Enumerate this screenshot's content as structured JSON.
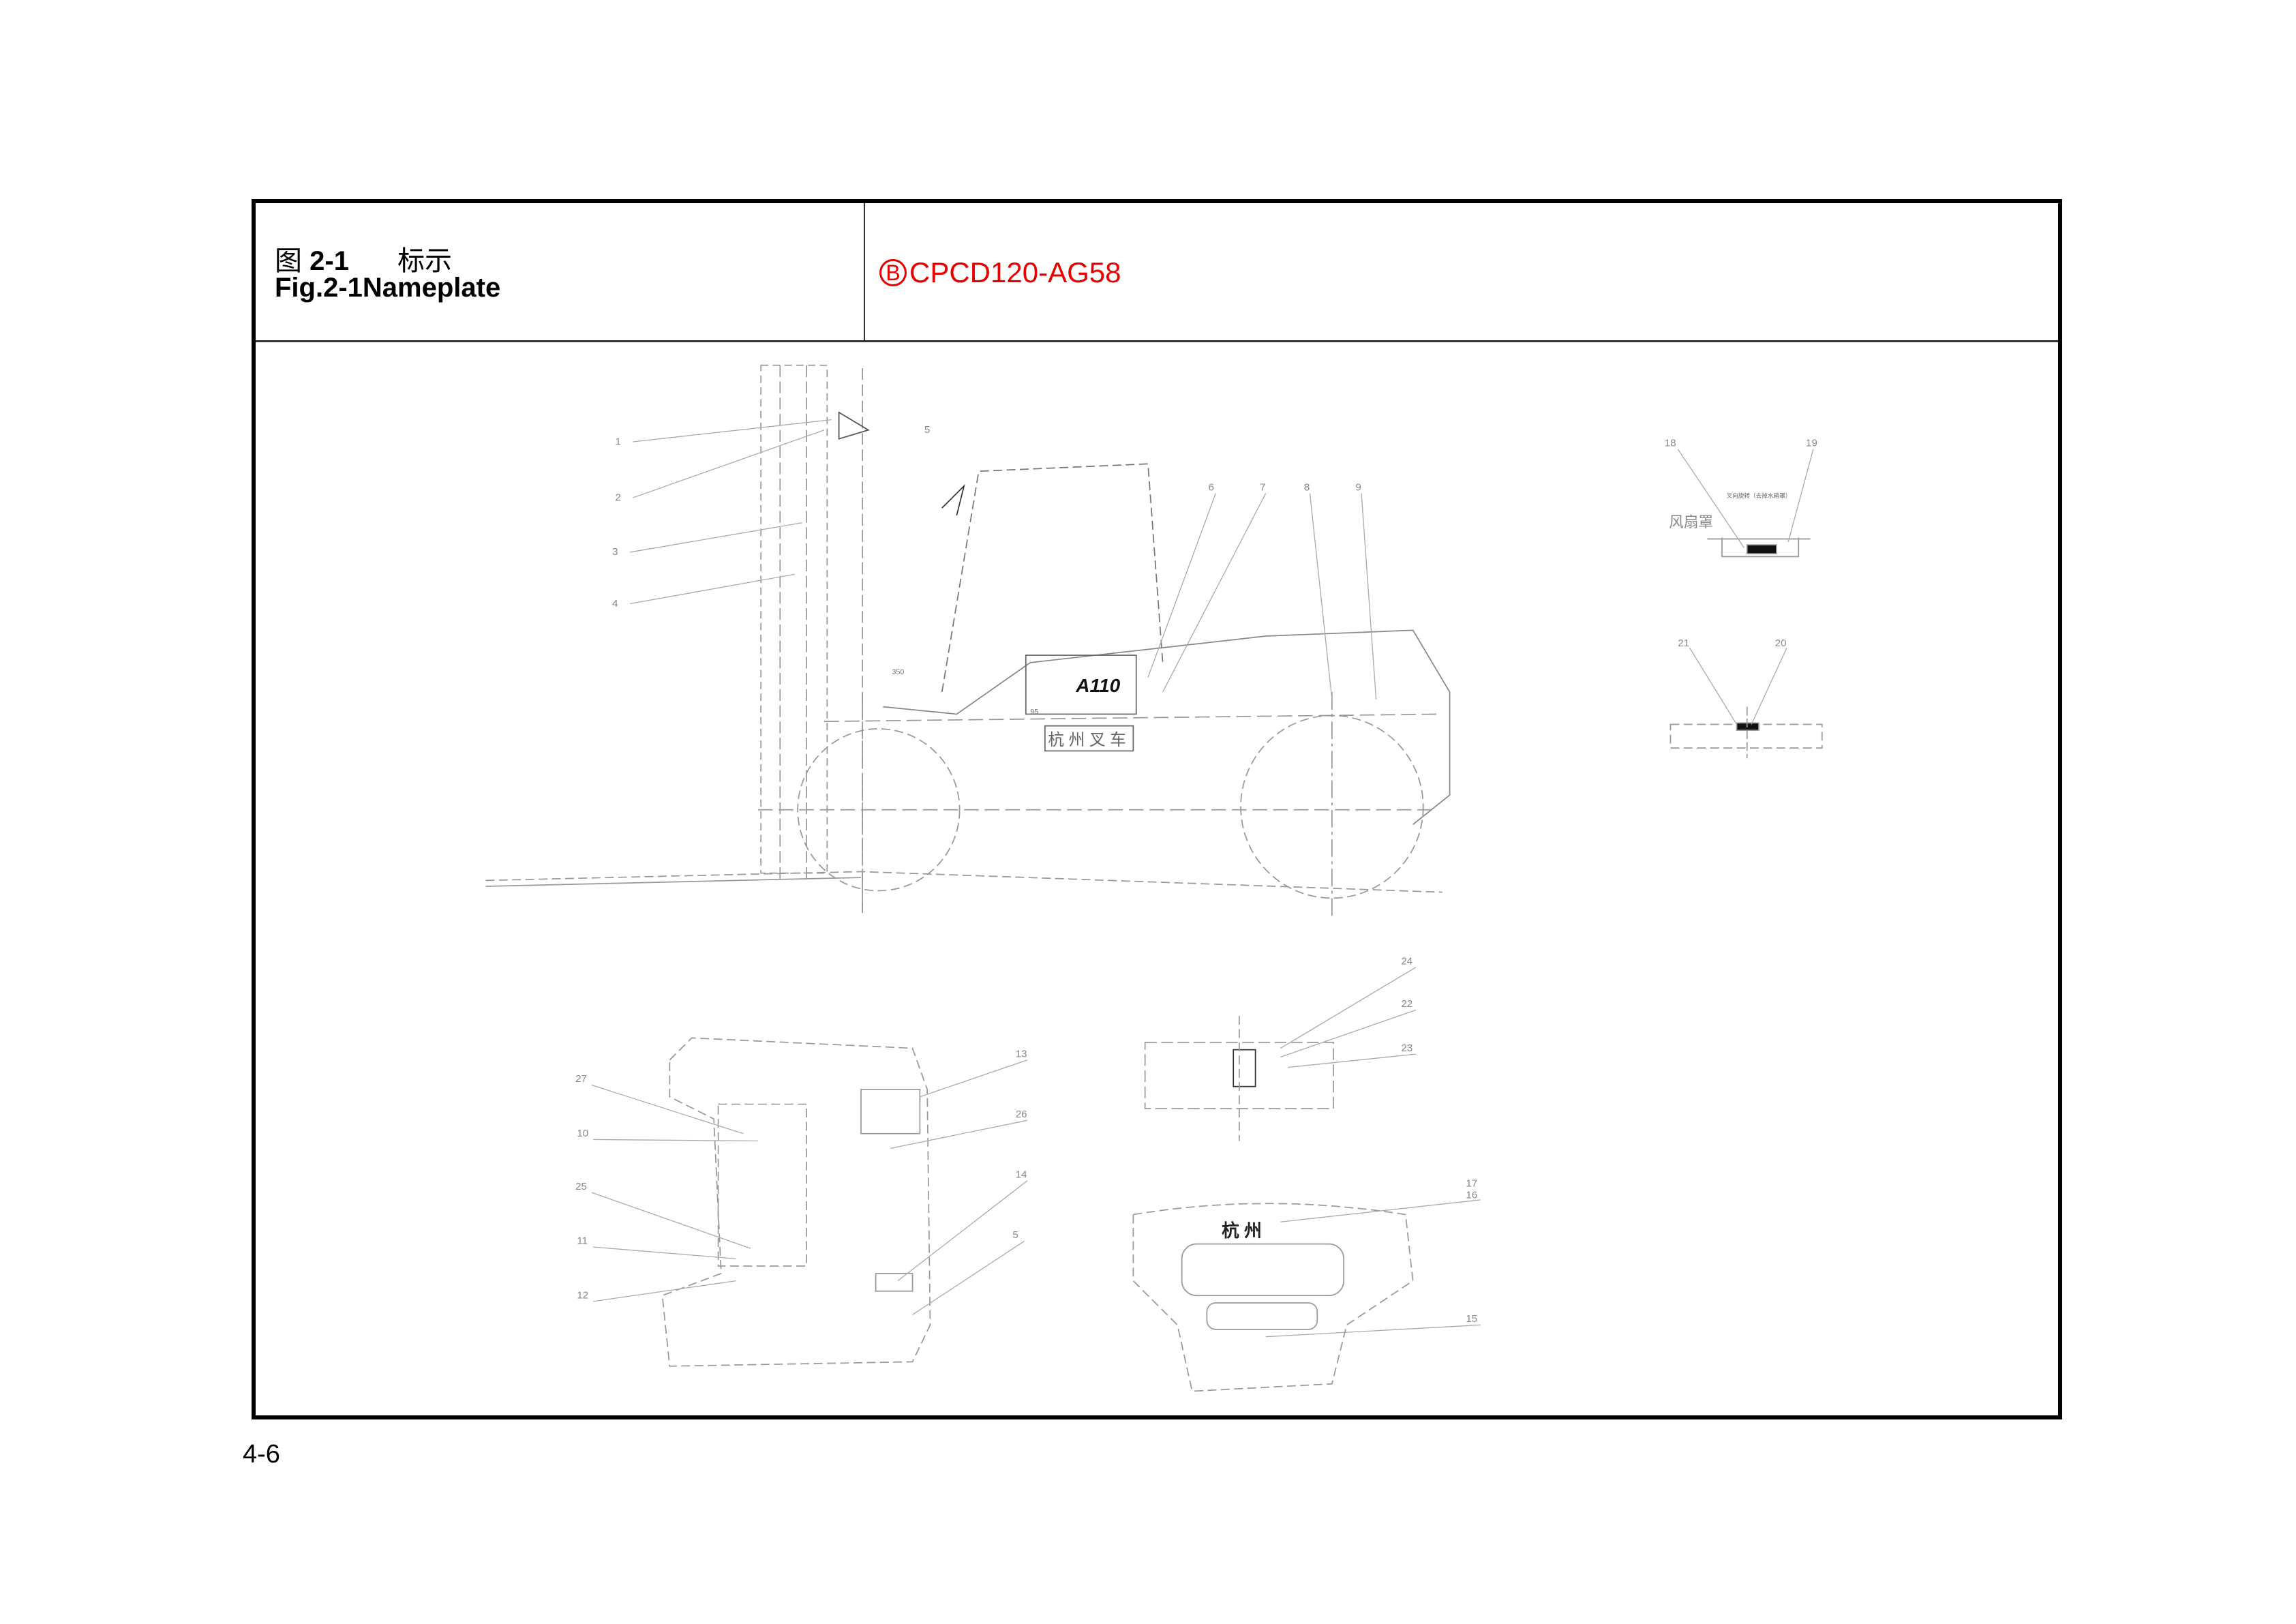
{
  "header": {
    "figure_cn_prefix": "图",
    "figure_number": "2-1",
    "figure_cn_title": "标示",
    "figure_en": "Fig.2-1Nameplate",
    "model_mark": "B",
    "model": "CPCD120-AG58",
    "model_color": "#e60000"
  },
  "drawing": {
    "callouts": [
      "1",
      "2",
      "3",
      "4",
      "5",
      "6",
      "7",
      "8",
      "9",
      "18",
      "19",
      "21",
      "20",
      "24",
      "22",
      "23",
      "13",
      "26",
      "14",
      "5",
      "27",
      "10",
      "25",
      "11",
      "12",
      "17",
      "16",
      "15"
    ],
    "labels": {
      "fan_cover": "风扇罩",
      "rotate_note": "叉向旋转（去掉水箱罩）",
      "brand_cn": "杭 州 叉 车",
      "brand_emblem": "A110",
      "dim_350": "350",
      "dim_95": "95",
      "rear_brand": "杭 州"
    }
  },
  "footer": {
    "page_number": "4-6"
  }
}
